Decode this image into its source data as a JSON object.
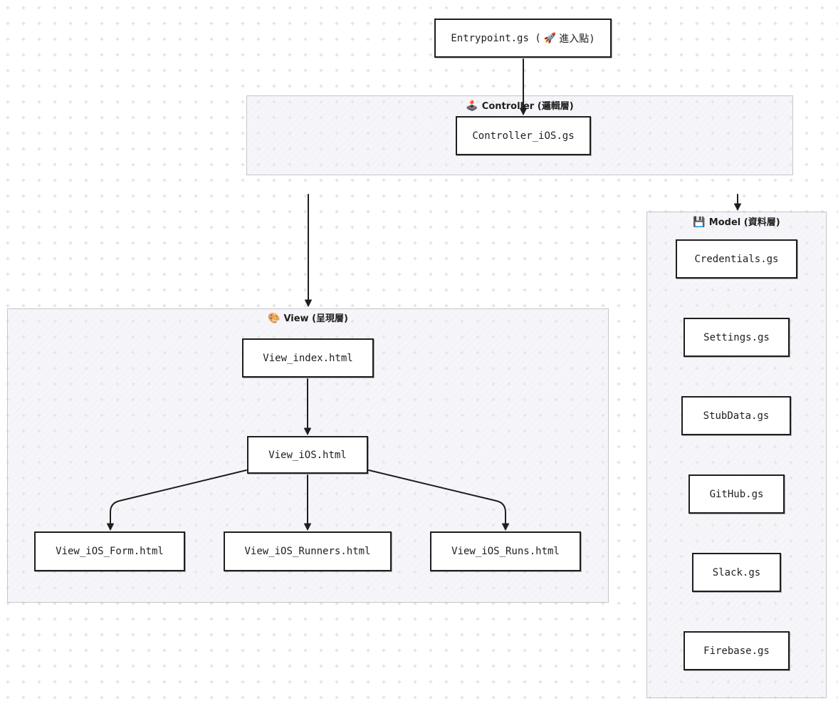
{
  "nodes": {
    "entrypoint": {
      "label": "Entrypoint.gs (",
      "emoji": "🚀",
      "suffix": "進入點)"
    },
    "controller_ios": "Controller_iOS.gs",
    "view_index": "View_index.html",
    "view_ios": "View_iOS.html",
    "view_ios_form": "View_iOS_Form.html",
    "view_ios_runners": "View_iOS_Runners.html",
    "view_ios_runs": "View_iOS_Runs.html",
    "credentials": "Credentials.gs",
    "settings": "Settings.gs",
    "stubdata": "StubData.gs",
    "github": "GitHub.gs",
    "slack": "Slack.gs",
    "firebase": "Firebase.gs"
  },
  "groups": {
    "controller": {
      "emoji": "🕹️",
      "title": "Controller (邏輯層)"
    },
    "view": {
      "emoji": "🎨",
      "title": "View (呈現層)"
    },
    "model": {
      "emoji": "💾",
      "title": "Model (資料層)"
    }
  },
  "colors": {
    "stroke": "#1e1e1e",
    "group_border": "#c4c4cc",
    "grid_dot": "#cfe3dc"
  }
}
